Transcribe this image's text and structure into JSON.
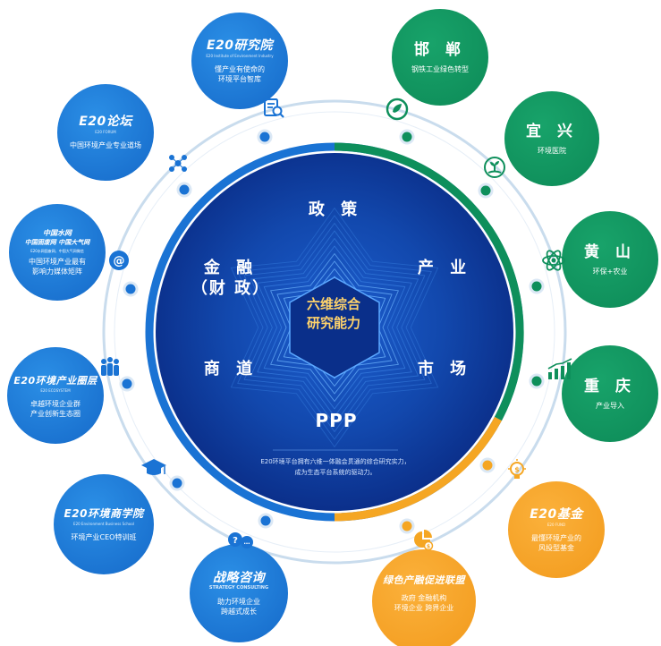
{
  "colors": {
    "blue": "#1a73d4",
    "green": "#0e8f5b",
    "orange": "#f5a623",
    "ring": "#c9dced",
    "center_dark": "#0a2f8a"
  },
  "center": {
    "core_line1": "六维综合",
    "core_line2": "研究能力",
    "dims": {
      "top": "政 策",
      "left_line1": "金 融",
      "left_line2": "（财 政）",
      "right_top": "产 业",
      "right_bottom": "市 场",
      "left_bottom": "商 道",
      "bottom": "PPP"
    },
    "description_line1": "E20环境平台拥有六维一体融会贯通的综合研究实力，",
    "description_line2": "成为生态平台系统的驱动力。"
  },
  "nodes": {
    "institute": {
      "title": "E20研究院",
      "subtitle": "E20 Institute of Environment Industry",
      "desc1": "懂产业有使命的",
      "desc2": "环境平台智库",
      "icon": "research-report-icon"
    },
    "forum": {
      "title": "E20论坛",
      "subtitle": "E20 FORUM",
      "desc1": "中国环境产业专业道场",
      "icon": "people-network-icon"
    },
    "media": {
      "line1": "中国水网",
      "line2": "中国固废网   中国大气网",
      "line3": "E20水网固废网、中国大气网微信",
      "desc1": "中国环境产业最有",
      "desc2": "影响力媒体矩阵",
      "icon": "at-sign-icon"
    },
    "ecosystem": {
      "title": "E20环境产业圈层",
      "subtitle": "E20 ECOSYSTEM",
      "desc1": "卓越环境企业群",
      "desc2": "产业创新生态圈",
      "icon": "group-people-icon"
    },
    "school": {
      "title": "E20环境商学院",
      "subtitle": "E20 Environment Business School",
      "desc1": "环境产业CEO特训班",
      "icon": "graduation-cap-icon"
    },
    "consulting": {
      "title": "战略咨询",
      "subtitle": "STRATEGY CONSULTING",
      "desc1": "助力环境企业",
      "desc2": "跨越式成长",
      "icon": "speech-bubbles-icon"
    },
    "handan": {
      "title": "邯 郸",
      "desc1": "钢铁工业绿色转型",
      "icon": "recycle-leaf-icon"
    },
    "yixing": {
      "title": "宜 兴",
      "desc1": "环境医院",
      "icon": "plant-hand-icon"
    },
    "huangshan": {
      "title": "黄 山",
      "desc1": "环保+农业",
      "icon": "atom-icon"
    },
    "chongqing": {
      "title": "重 庆",
      "desc1": "产业导入",
      "icon": "growth-chart-icon"
    },
    "fund": {
      "title": "E20基金",
      "subtitle": "E20 FUND",
      "desc1": "最懂环境产业的",
      "desc2": "风投型基金",
      "icon": "lightbulb-icon"
    },
    "alliance": {
      "title": "绿色产融促进联盟",
      "desc1": "政府  金融机构",
      "desc2": "环境企业  跨界企业",
      "icon": "pie-coin-icon"
    }
  }
}
